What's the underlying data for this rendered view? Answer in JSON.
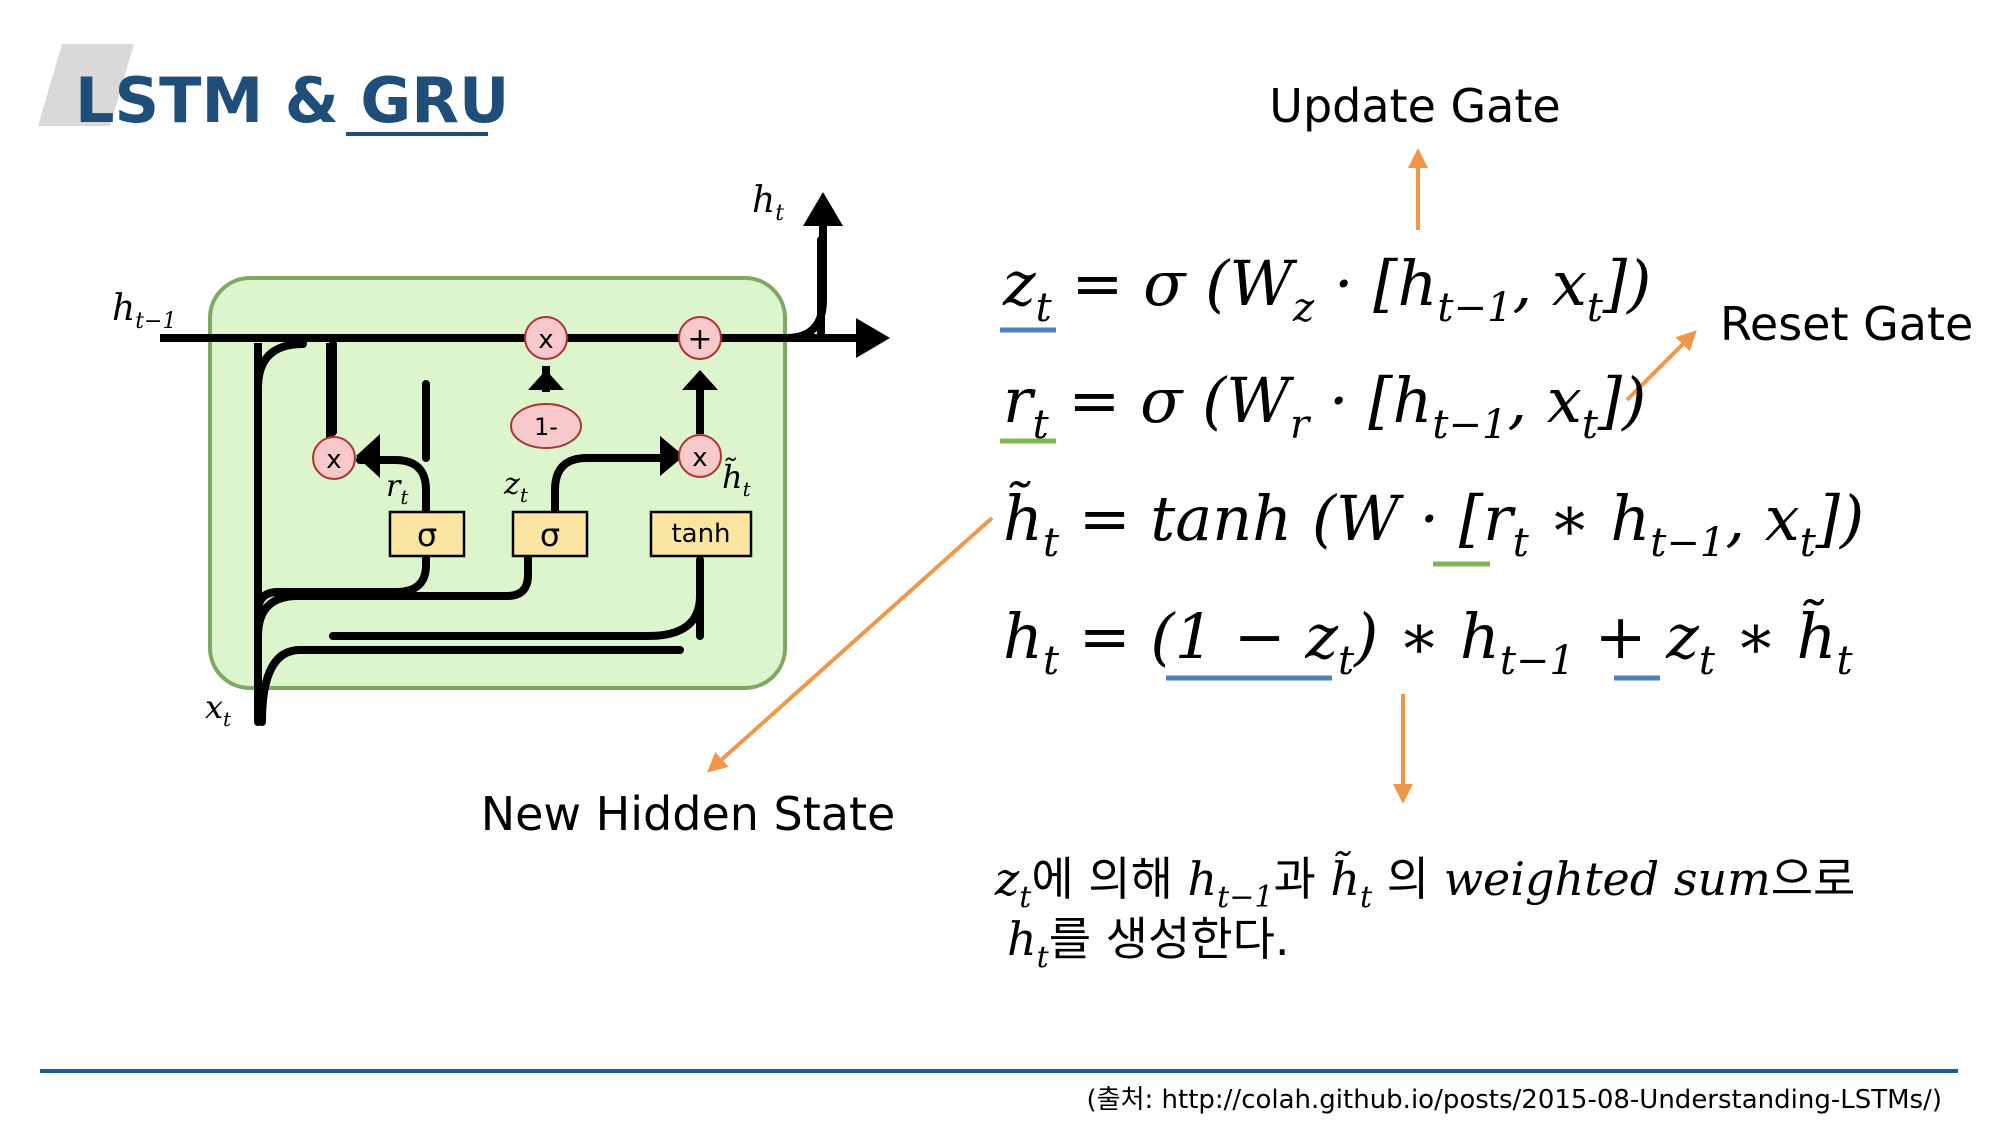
{
  "slide": {
    "title_part1": "LSTM & ",
    "title_part2": "GRU",
    "source": "(출처: http://colah.github.io/posts/2015-08-Understanding-LSTMs/)"
  },
  "colors": {
    "title": "#1f4e79",
    "accent_line": "#1f5a96",
    "arrow": "#f0974a",
    "cell_fill": "#dcf5cc",
    "cell_stroke": "#7fa864",
    "gate_fill": "#fae6a0",
    "op_fill": "#f7c9cb",
    "underline_blue": "#4f7fbf",
    "underline_green": "#7fb550"
  },
  "diagram": {
    "input_h": "h",
    "input_h_sub": "t−1",
    "input_x": "x",
    "input_x_sub": "t",
    "output_h": "h",
    "output_h_sub": "t",
    "label_r": "r",
    "label_r_sub": "t",
    "label_z": "z",
    "label_z_sub": "t",
    "label_htilde": "h̃",
    "label_htilde_sub": "t",
    "sigma_gate_r": "σ",
    "sigma_gate_z": "σ",
    "tanh_gate": "tanh",
    "mult_op_r": "x",
    "mult_op_top": "x",
    "mult_op_mid": "x",
    "plus_op": "+",
    "one_minus_op": "1-"
  },
  "annotations": {
    "update_gate": "Update Gate",
    "reset_gate": "Reset Gate",
    "new_hidden_state": "New Hidden State"
  },
  "equations": {
    "eq1": {
      "lhs": "z",
      "lhs_sub": "t",
      "rhs_a": " = σ (W",
      "rhs_a_sub": "z",
      "rhs_b": " · [h",
      "rhs_b_sub": "t−1",
      "rhs_c": ", x",
      "rhs_c_sub": "t",
      "rhs_d": "])"
    },
    "eq2": {
      "lhs": "r",
      "lhs_sub": "t",
      "rhs_a": " = σ (W",
      "rhs_a_sub": "r",
      "rhs_b": " · [h",
      "rhs_b_sub": "t−1",
      "rhs_c": ", x",
      "rhs_c_sub": "t",
      "rhs_d": "])"
    },
    "eq3": {
      "lhs": "h̃",
      "lhs_sub": "t",
      "rhs_a": " = tanh (W · [",
      "rhs_r": "r",
      "rhs_r_sub": "t",
      "rhs_b": " ∗ h",
      "rhs_b_sub": "t−1",
      "rhs_c": ", x",
      "rhs_c_sub": "t",
      "rhs_d": "])"
    },
    "eq4": {
      "lhs": "h",
      "lhs_sub": "t",
      "rhs_a": " = (1 − z",
      "rhs_a_sub": "t",
      "rhs_b": ") ∗ h",
      "rhs_b_sub": "t−1",
      "rhs_c": " + ",
      "rhs_z": "z",
      "rhs_z_sub": "t",
      "rhs_d": " ∗ h̃",
      "rhs_d_sub": "t"
    }
  },
  "explanation": {
    "line1_z": "z",
    "line1_z_sub": "t",
    "line1_a": "에 의해 ",
    "line1_h": "h",
    "line1_h_sub": "t−1",
    "line1_b": "과 ",
    "line1_ht": "h̃",
    "line1_ht_sub": "t",
    "line1_c": " 의 ",
    "line1_ws": "weighted sum",
    "line1_d": "으로",
    "line2_h": "h",
    "line2_h_sub": "t",
    "line2_a": "를 생성한다."
  }
}
